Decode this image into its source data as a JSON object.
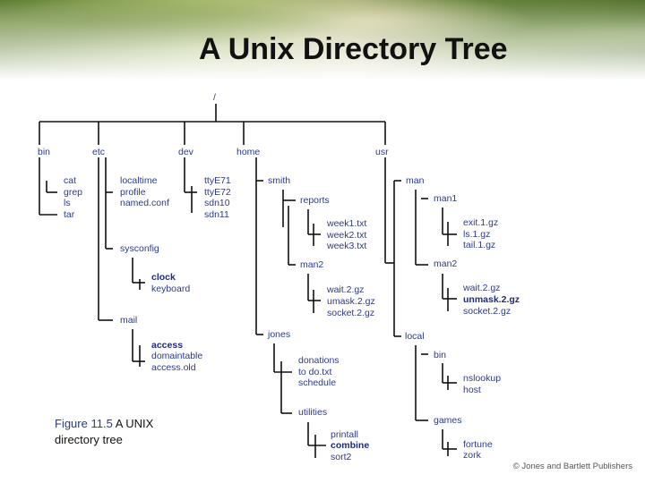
{
  "title": "A Unix Directory Tree",
  "root": "/",
  "nodes": {
    "bin": "bin",
    "etc": "etc",
    "dev": "dev",
    "home": "home",
    "usr": "usr",
    "cat": "cat",
    "grep": "grep",
    "ls": "ls",
    "tar": "tar",
    "localtime": "localtime",
    "profile": "profile",
    "named_conf": "named.conf",
    "sysconfig": "sysconfig",
    "clock": "clock",
    "keyboard": "keyboard",
    "mail": "mail",
    "access": "access",
    "domaintable": "domaintable",
    "access_old": "access.old",
    "ttyE71": "ttyE71",
    "ttyE72": "ttyE72",
    "sdn10": "sdn10",
    "sdn11": "sdn11",
    "smith": "smith",
    "reports": "reports",
    "week1": "week1.txt",
    "week2": "week2.txt",
    "week3": "week3.txt",
    "man2_home": "man2",
    "wait_home": "wait.2.gz",
    "umask_home": "umask.2.gz",
    "socket_home": "socket.2.gz",
    "jones": "jones",
    "donations": "donations",
    "todo": "to do.txt",
    "schedule": "schedule",
    "utilities": "utilities",
    "printall": "printall",
    "combine": "combine",
    "sort2": "sort2",
    "man": "man",
    "man1": "man1",
    "exit": "exit.1.gz",
    "ls1": "ls.1.gz",
    "tail": "tail.1.gz",
    "man2_usr": "man2",
    "wait_usr": "wait.2.gz",
    "unmask_usr": "unmask.2.gz",
    "socket_usr": "socket.2.gz",
    "local": "local",
    "bin_local": "bin",
    "nslookup": "nslookup",
    "host": "host",
    "games": "games",
    "fortune": "fortune",
    "zork": "zork"
  },
  "caption": {
    "figure": "Figure 11.5",
    "text": " A UNIX directory tree"
  },
  "publisher": "© Jones and Bartlett Publishers"
}
